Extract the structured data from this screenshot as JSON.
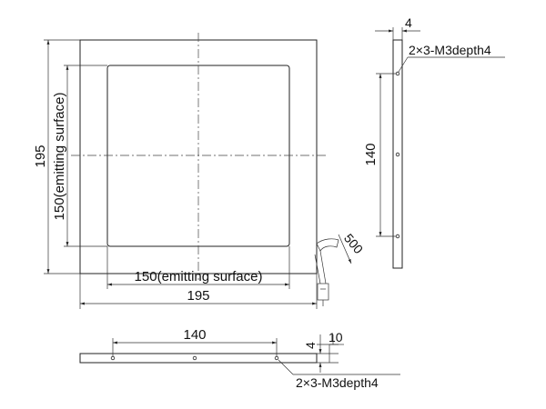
{
  "front_view": {
    "outer_width_label": "195",
    "outer_height_label": "195",
    "emitting_width_label": "150(emitting surface)",
    "emitting_height_label": "150(emitting surface)",
    "cable_length_label": "500"
  },
  "side_view": {
    "thickness_label": "4",
    "hole_spacing_label": "140",
    "hole_callout": "2×3-M3depth4"
  },
  "bottom_view": {
    "hole_spacing_label": "140",
    "thickness_label": "4",
    "height_label": "10",
    "hole_callout": "2×3-M3depth4"
  }
}
